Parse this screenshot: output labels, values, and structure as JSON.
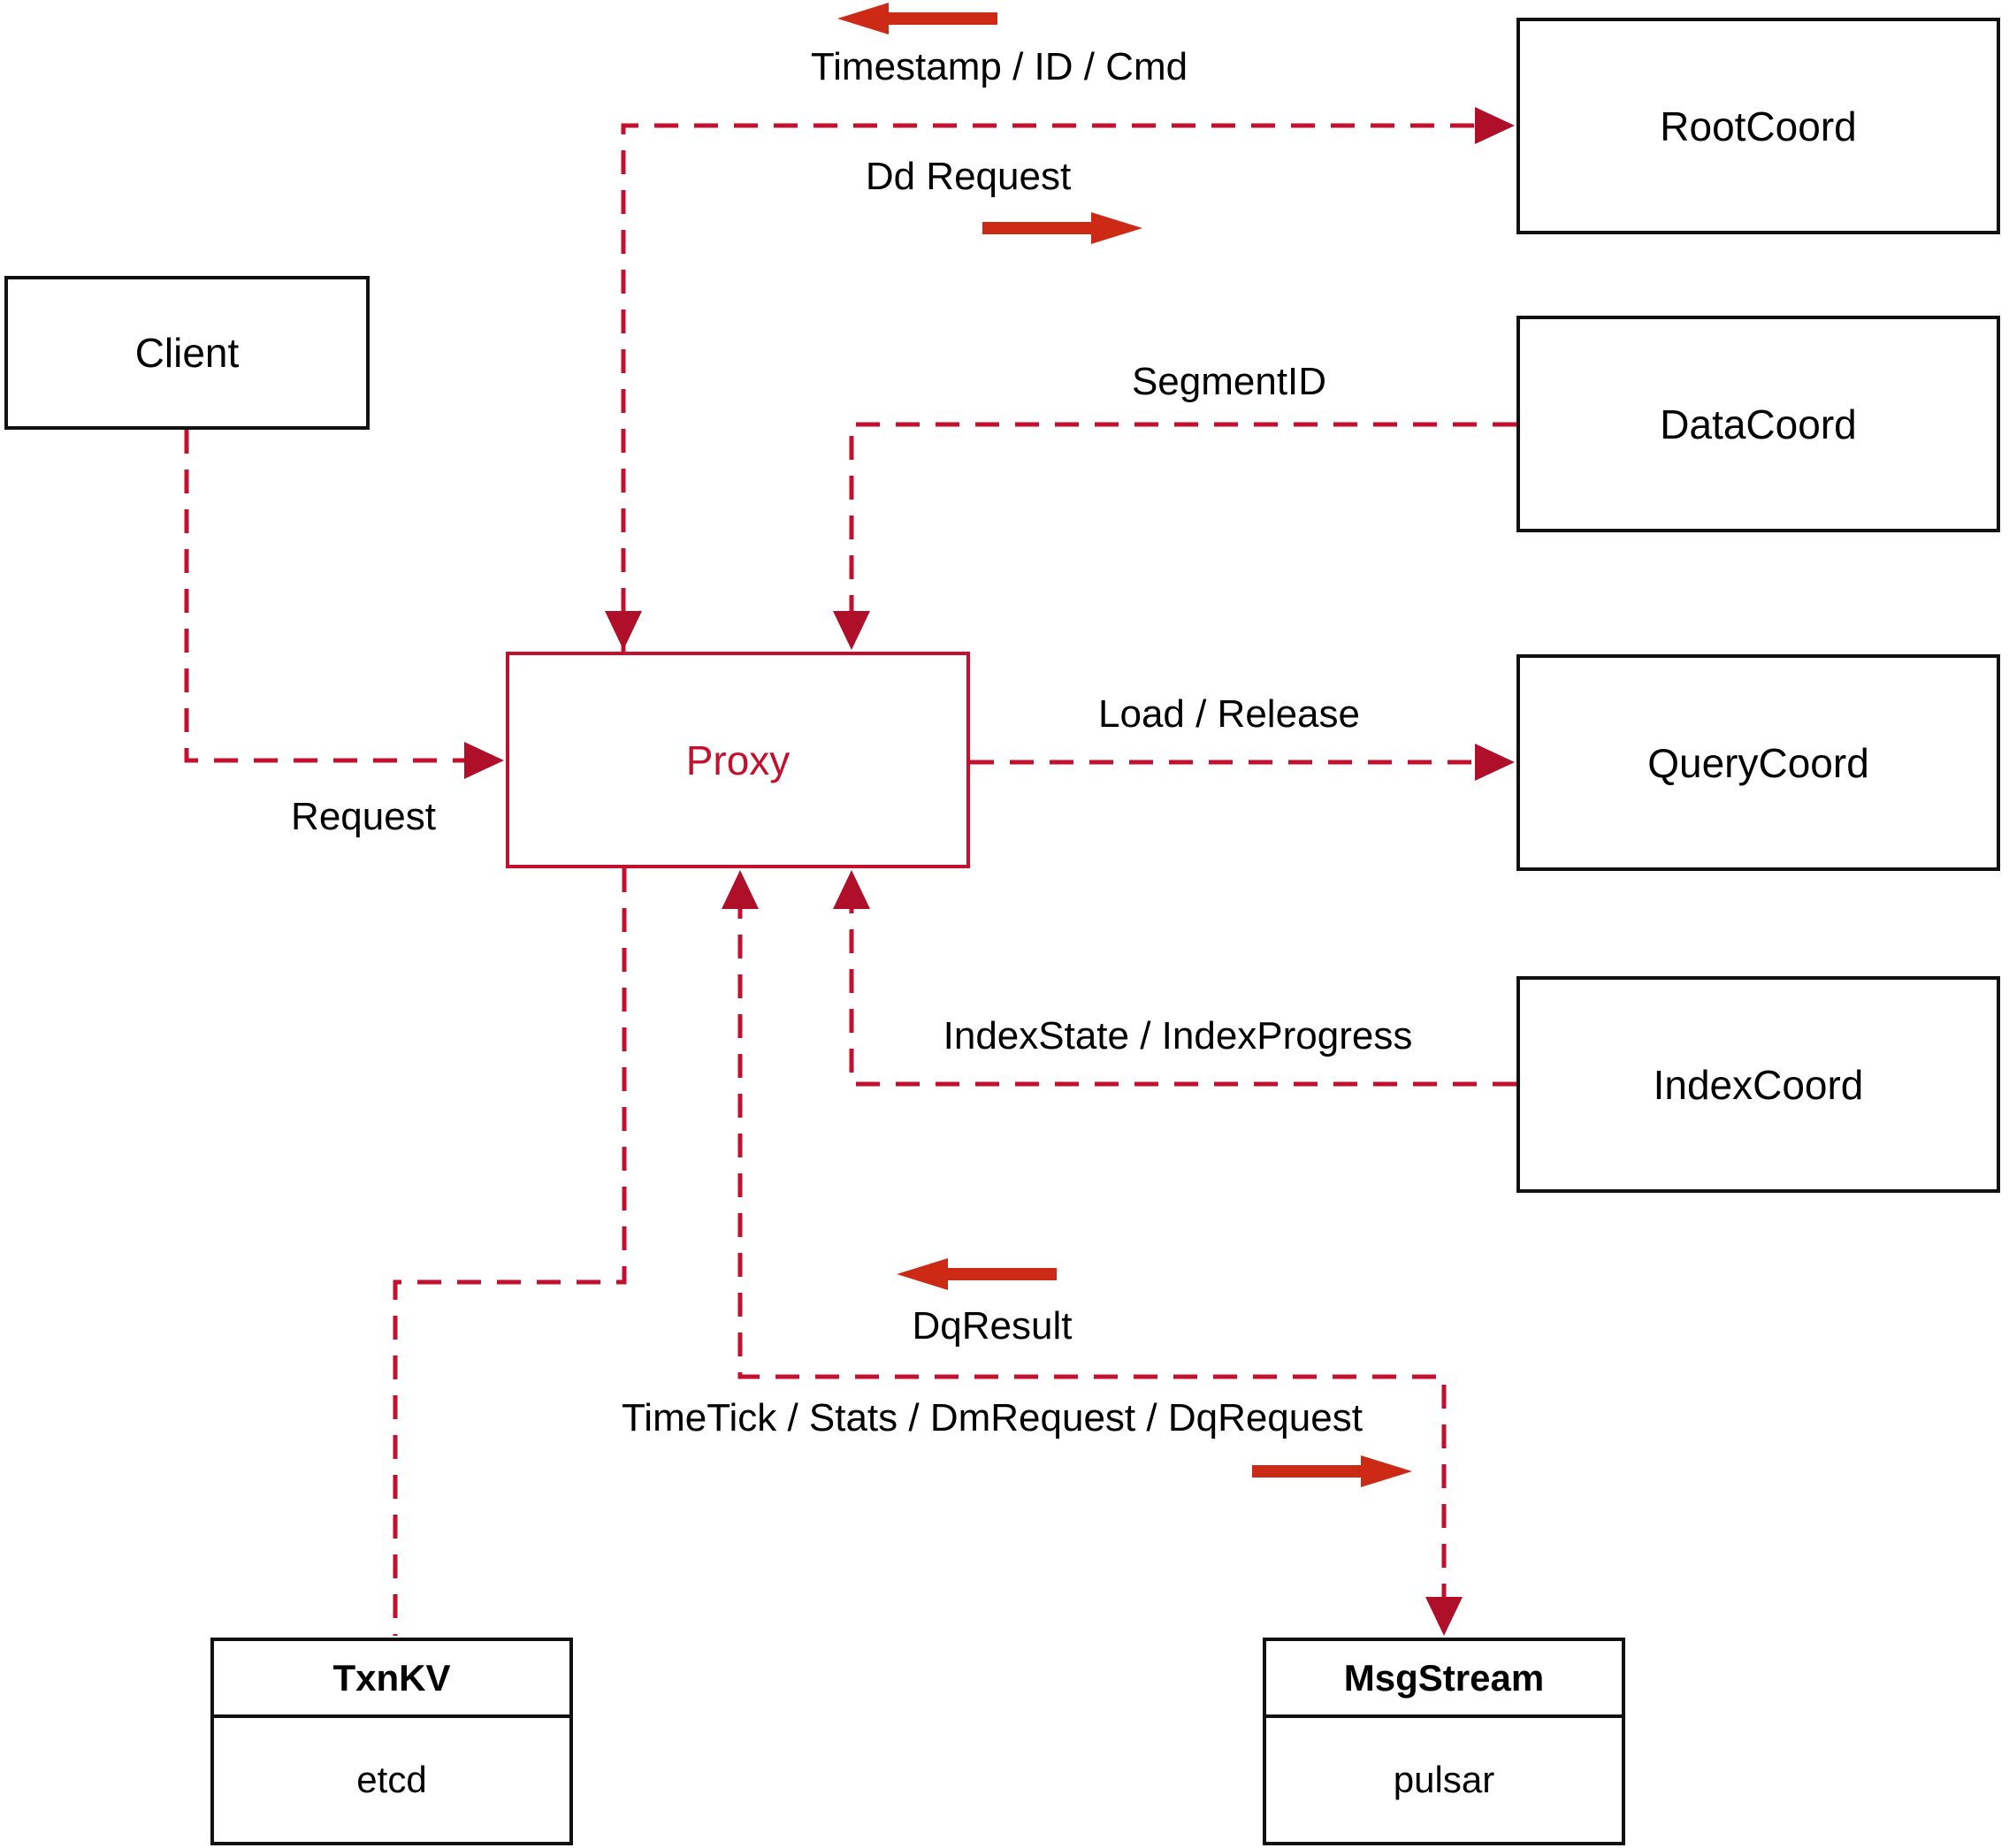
{
  "nodes": {
    "client": {
      "label": "Client"
    },
    "proxy": {
      "label": "Proxy"
    },
    "root_coord": {
      "label": "RootCoord"
    },
    "data_coord": {
      "label": "DataCoord"
    },
    "query_coord": {
      "label": "QueryCoord"
    },
    "index_coord": {
      "label": "IndexCoord"
    },
    "txn_kv": {
      "title": "TxnKV",
      "subtitle": "etcd"
    },
    "msg_stream": {
      "title": "MsgStream",
      "subtitle": "pulsar"
    }
  },
  "edge_labels": {
    "timestamp": "Timestamp / ID / Cmd",
    "dd_request": "Dd Request",
    "segment_id": "SegmentID",
    "request": "Request",
    "load_release": "Load / Release",
    "index_state": "IndexState / IndexProgress",
    "dq_result": "DqResult",
    "time_tick": "TimeTick / Stats / DmRequest / DqRequest"
  },
  "colors": {
    "dashed_line": "#c3102e",
    "dashed_arrowhead": "#b00f2a",
    "solid_arrow": "#cc2a14",
    "box_border": "#111111",
    "proxy_accent": "#c3102e",
    "text": "#000000",
    "background": "#ffffff"
  }
}
